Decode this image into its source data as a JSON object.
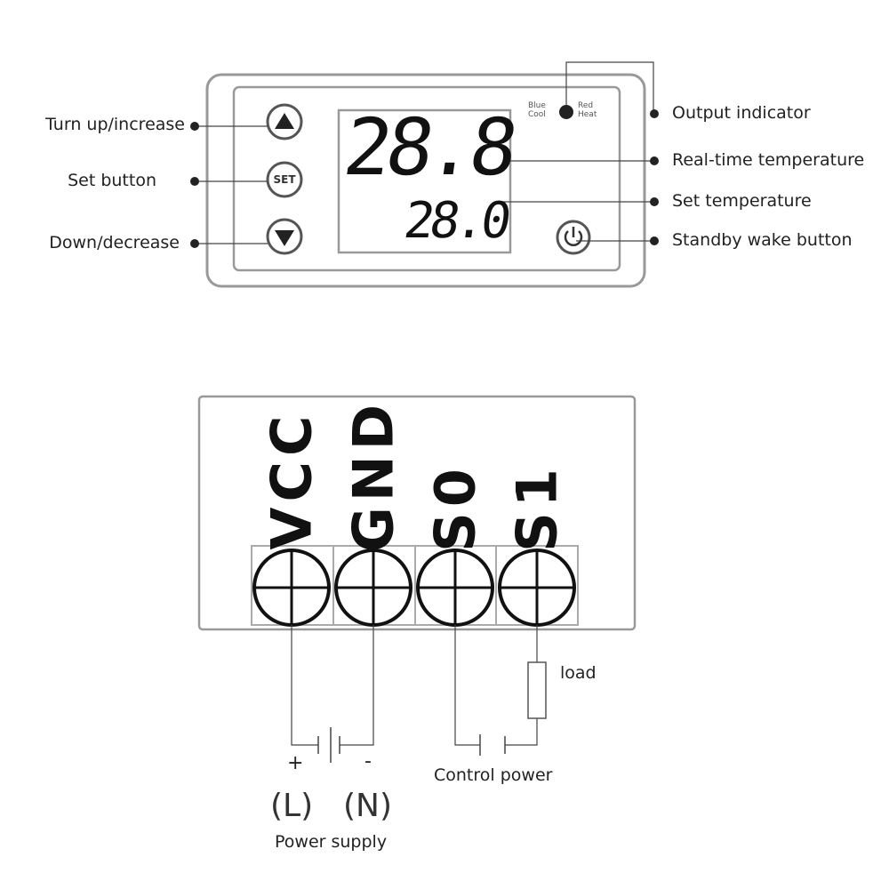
{
  "front_panel": {
    "callouts_left": [
      {
        "id": "up",
        "label": "Turn up/increase"
      },
      {
        "id": "set",
        "label": "Set button"
      },
      {
        "id": "down",
        "label": "Down/decrease"
      }
    ],
    "callouts_right": [
      {
        "id": "output",
        "label": "Output indicator"
      },
      {
        "id": "realtime",
        "label": "Real-time temperature"
      },
      {
        "id": "settemp",
        "label": "Set temperature"
      },
      {
        "id": "standby",
        "label": "Standby wake button"
      }
    ],
    "set_button_text": "SET",
    "display_main": "28.8",
    "display_sub": "28.0",
    "indicator_left_line1": "Blue",
    "indicator_left_line2": "Cool",
    "indicator_right_line1": "Red",
    "indicator_right_line2": "Heat"
  },
  "terminal_block": {
    "terminals": [
      "VCC",
      "GND",
      "S0",
      "S1"
    ],
    "load_label": "load",
    "plus_sign": "+",
    "minus_sign": "-",
    "l_label": "(L)",
    "n_label": "(N)",
    "power_supply_label": "Power supply",
    "control_power_label": "Control power"
  }
}
